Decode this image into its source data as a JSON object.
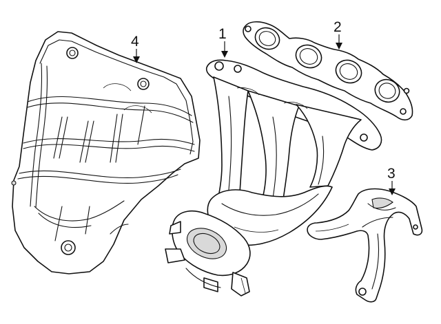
{
  "callouts": [
    {
      "id": "1",
      "label": "1"
    },
    {
      "id": "2",
      "label": "2"
    },
    {
      "id": "3",
      "label": "3"
    },
    {
      "id": "4",
      "label": "4"
    }
  ],
  "colors": {
    "line": "#111111",
    "background": "#ffffff",
    "shade": "#d9d9d9"
  }
}
